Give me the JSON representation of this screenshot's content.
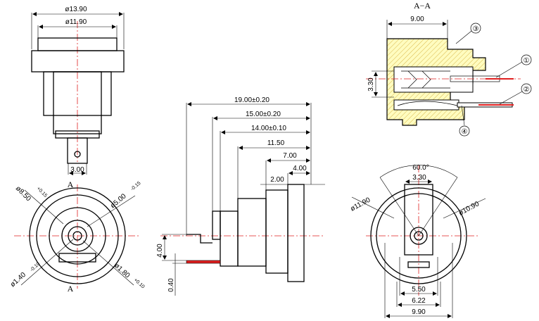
{
  "top_left": {
    "dim_outer": "ø13.90",
    "dim_inner": "ø11.90",
    "dim_pin": "3.00"
  },
  "bottom_left": {
    "section_top": "A",
    "section_bottom": "A",
    "dim_d850": "ø8.50",
    "tol_d850": "+0.15",
    "dim_d500": "ø5.00",
    "tol_d500": "-0.15",
    "dim_d140": "ø1.40",
    "tol_d140": "-0.10",
    "dim_d180": "ø1.80",
    "tol_d180": "+0.10"
  },
  "side_view": {
    "dim_1900": "19.00±0.20",
    "dim_1500": "15.00±0.20",
    "dim_1400": "14.00±0.10",
    "dim_1150": "11.50",
    "dim_700": "7.00",
    "dim_400h": "4.00",
    "dim_200": "2.00",
    "dim_400v": "4.00",
    "dim_040": "0.40"
  },
  "section_view": {
    "title": "A−A",
    "dim_900": "9.00",
    "dim_330": "3.30",
    "callouts": [
      "①",
      "②",
      "③",
      "④"
    ]
  },
  "front_view": {
    "dim_angle": "60.0°",
    "dim_330": "3.30",
    "dim_d1190": "ø11.90",
    "dim_d1090": "ø10.90",
    "dim_550": "5.50",
    "dim_622": "6.22",
    "dim_990": "9.90"
  },
  "colors": {
    "outline": "#000000",
    "centerline": "#e02020",
    "body_fill": "#fffcc0",
    "hatch_line": "#d9b84a",
    "pin_red": "#e02020"
  }
}
